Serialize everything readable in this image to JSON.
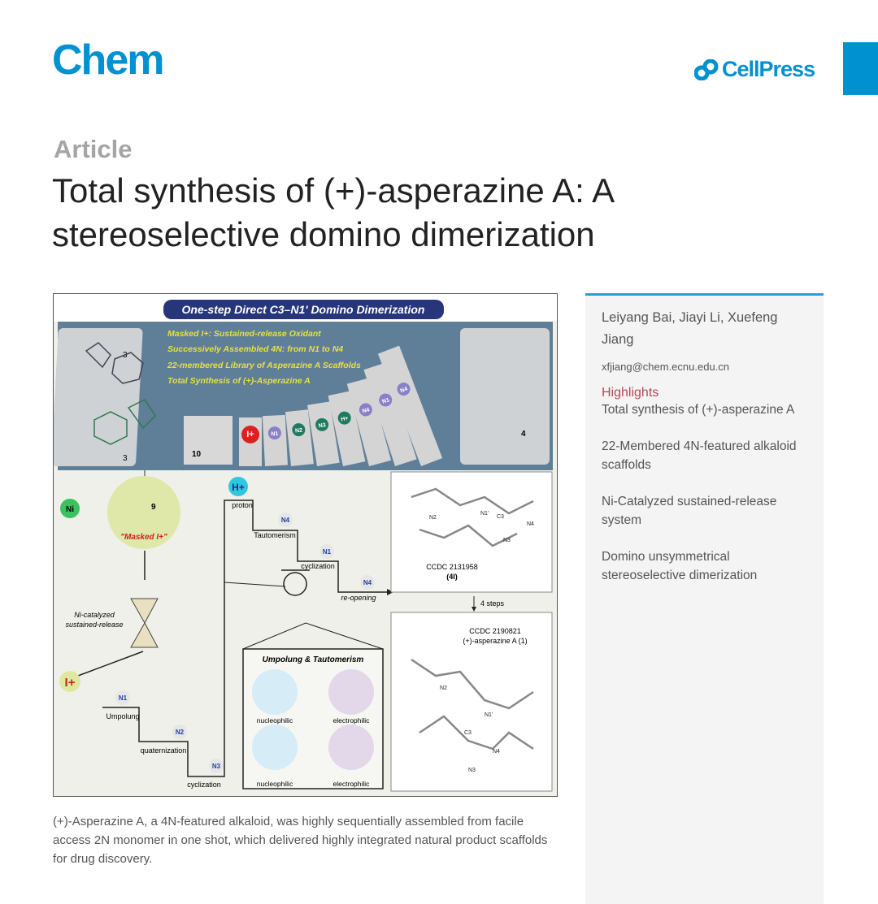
{
  "header": {
    "journal": "Chem",
    "publisher": "CellPress"
  },
  "article": {
    "type": "Article",
    "title": "Total synthesis of (+)-asperazine A: A stereoselective domino dimerization"
  },
  "sidebar": {
    "authors": "Leiyang Bai, Jiayi Li, Xuefeng Jiang",
    "email": "xfjiang@chem.ecnu.edu.cn",
    "highlights_title": "Highlights",
    "highlights": [
      "Total synthesis of (+)-asperazine A",
      "22-Membered 4N-featured alkaloid scaffolds",
      "Ni-Catalyzed sustained-release system",
      "Domino unsymmetrical stereoselective dimerization"
    ]
  },
  "figure": {
    "title": "One-step Direct C3–N1' Domino Dimerization",
    "checklist": [
      "Masked I+: Sustained-release Oxidant",
      "Successively Assembled 4N: from N1 to N4",
      "22-membered Library of Asperazine A Scaffolds",
      "Total Synthesis of (+)-Asperazine A"
    ],
    "dominoes": [
      "I+",
      "N1",
      "N2",
      "N3",
      "H+",
      "N4",
      "N1",
      "N4"
    ],
    "compound_left": "3",
    "compound_right": "4",
    "reagent": "10",
    "ni": "Ni",
    "masked": "\"Masked I+\"",
    "compound9": "9",
    "sustained": [
      "Ni-catalyzed",
      "sustained-release"
    ],
    "iplus": "I+",
    "hplus": "H+",
    "steps_lower": [
      {
        "n": "N1",
        "label": "Umpolung"
      },
      {
        "n": "N2",
        "label": "quaternization"
      },
      {
        "n": "N3",
        "label": "cyclization"
      }
    ],
    "steps_upper": [
      {
        "n": "",
        "label": "proton"
      },
      {
        "n": "N4",
        "label": "Tautomerism"
      },
      {
        "n": "N1",
        "label": "cyclization"
      },
      {
        "n": "N4",
        "label": "re-opening"
      }
    ],
    "box_title": "Umpolung & Tautomerism",
    "nucleophilic": "nucleophilic",
    "electrophilic": "electrophilic",
    "ccdc1": "CCDC 2131958",
    "ccdc1_sub": "(4l)",
    "four_steps": "4 steps",
    "ccdc2": "CCDC 2190821",
    "ccdc2_sub": "(+)-asperazine A (1)",
    "atoms": [
      "N2",
      "N1'",
      "C3",
      "N4",
      "N3"
    ]
  },
  "caption": "(+)-Asperazine A, a 4N-featured alkaloid, was highly sequentially assembled from facile access 2N monomer in one shot, which delivered highly integrated natural product scaffolds for drug discovery.",
  "colors": {
    "brand": "#0091d0",
    "highlight": "#b04a55",
    "banner": "#5f7f98",
    "pill": "#27357a"
  }
}
